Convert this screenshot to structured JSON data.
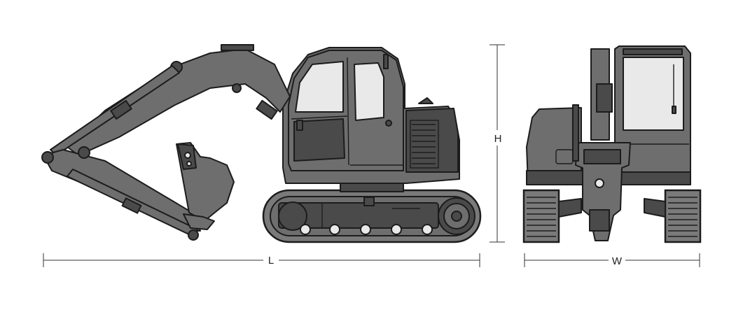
{
  "dimensions": {
    "length_label": "L",
    "height_label": "H",
    "width_label": "W"
  }
}
